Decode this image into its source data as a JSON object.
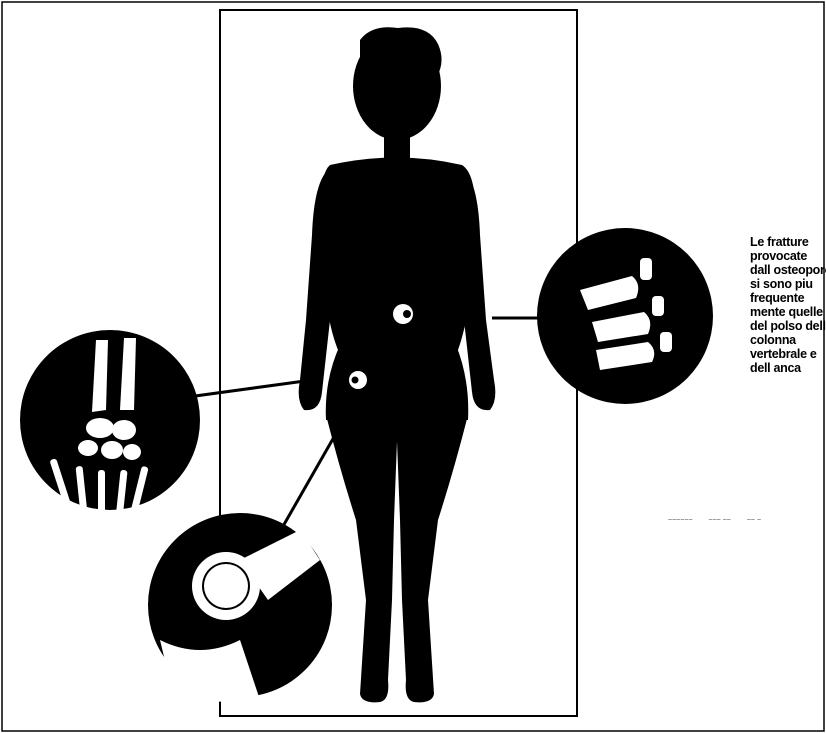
{
  "caption": {
    "lines": [
      "Le fratture",
      "provocate",
      "dall osteoporo",
      "si sono piu",
      "frequente",
      "mente quelle",
      "del polso  dell",
      "colonna",
      "vertebrale e",
      "dell anca"
    ]
  },
  "marks": {
    "scribble": [
      "~~~~~~",
      "~~~ ~~",
      "~~ ~"
    ]
  },
  "colors": {
    "ink": "#000000",
    "paper": "#ffffff"
  },
  "icons": {
    "figure": "female-silhouette",
    "wrist": "wrist-bones-inset",
    "spine": "vertebrae-inset",
    "hip": "hip-joint-inset"
  }
}
